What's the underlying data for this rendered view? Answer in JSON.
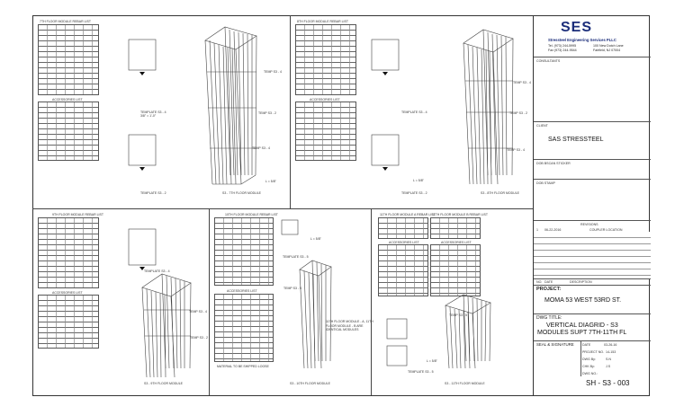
{
  "firm": {
    "logo": "SES",
    "name": "Stressteel Engineering Services PLLC",
    "phone": "Tel. (973) 244-5995",
    "fax": "Fax (973) 244-9544",
    "address_line1": "100 New Dutch Lane",
    "address_line2": "Fairfield, NJ 07004"
  },
  "labels": {
    "consultants": "CONSULTANTS",
    "client": "CLIENT",
    "dob_bscan": "DOB BSCAN STICKER",
    "dob_stamp": "DOB STAMP",
    "revisions": "REVISIONS",
    "no": "NO.",
    "date": "DATE",
    "description": "DESCRIPTION",
    "project": "PROJECT:",
    "dwg_title": "DWG TITLE:",
    "seal": "SEAL & SIGNATURE",
    "date_lbl": "DATE",
    "project_no": "PROJECT NO.",
    "dwg_by": "DWG By:",
    "chk_by": "CHK By:",
    "dwg_no": "DWG NO.:"
  },
  "client": "SAS STRESSTEEL",
  "revision": {
    "no": "1",
    "date": "06-22-2016",
    "description": "COUPLER LOCATION"
  },
  "project": "MOMA 53 WEST 53RD ST.",
  "title_line1": "VERTICAL DIAGRID - S3",
  "title_line2": "MODULES SUPT 7TH-11TH FL",
  "meta": {
    "date": "03-26-16",
    "project_no": "14-153",
    "dwg_by": "S.N",
    "chk_by": "J.S"
  },
  "sheet_no": "SH - S3 - 003",
  "captions": {
    "q1_tbl": "7TH FLOOR MODULE REBAR LIST",
    "q1_acc": "ACCESSORIES LIST",
    "q1_tpl_a": "TEMPLATE S3 - 4",
    "q1_tpl_a_s": "3/8\" = 1'-0\"",
    "q1_tpl_b": "TEMPLATE S3 - 2",
    "q1_temp_a": "TEMP S3 - 4",
    "q1_temp_b": "TEMP S3 - 2",
    "q1_temp_c": "TEMP S3 - 4",
    "q1_mod": "S3 - 7TH FLOOR MODULE",
    "q1_dim": "L = 5/8\"",
    "q2_tbl": "8TH FLOOR MODULE REBAR LIST",
    "q2_acc": "ACCESSORIES LIST",
    "q2_tpl_a": "TEMPLATE S3 - 4",
    "q2_tpl_b": "TEMPLATE S3 - 2",
    "q2_temp_a": "TEMP S3 - 4",
    "q2_temp_b": "TEMP S3 - 2",
    "q2_temp_c": "TEMP S3 - 4",
    "q2_mod": "S3 - 8TH FLOOR MODULE",
    "q2_dim": "L = 5/8\"",
    "q3_tbl": "9TH FLOOR MODULE REBAR LIST",
    "q3_acc": "ACCESSORIES LIST",
    "q3_tpl": "TEMPLATE S3 - 4",
    "q3_temp_a": "TEMP S3 - 4",
    "q3_temp_b": "TEMP S3 - 2",
    "q3_mod": "S3 - 9TH FLOOR MODULE",
    "q4_tbl": "10TH FLOOR MODULE REBAR LIST",
    "q4_acc": "ACCESSORIES LIST",
    "q4_note": "MATERIAL TO BE SHIPPED LOOSE",
    "q4_tpl": "TEMPLATE S3 - 5",
    "q4_temp": "TEMP S3 - 5",
    "q4_mod": "S3 - 10TH FLOOR MODULE",
    "q4_note2": "11TH FLOOR MODULE - A, 11TH FLOOR MODULE - B ARE IDENTICAL MODULES",
    "q4_dim": "L = 5/8\"",
    "q5_tbl_a": "11TH FLOOR MODULE A REBAR LIST",
    "q5_tbl_b": "11TH FLOOR MODULE B REBAR LIST",
    "q5_acc_a": "ACCESSORIES LIST",
    "q5_acc_b": "ACCESSORIES LIST",
    "q5_tpl": "TEMPLATE S3 - 5",
    "q5_temp": "TEMP S3 - 5",
    "q5_mod": "S3 - 11TH FLOOR MODULE",
    "q5_dim": "L = 5/8\""
  }
}
